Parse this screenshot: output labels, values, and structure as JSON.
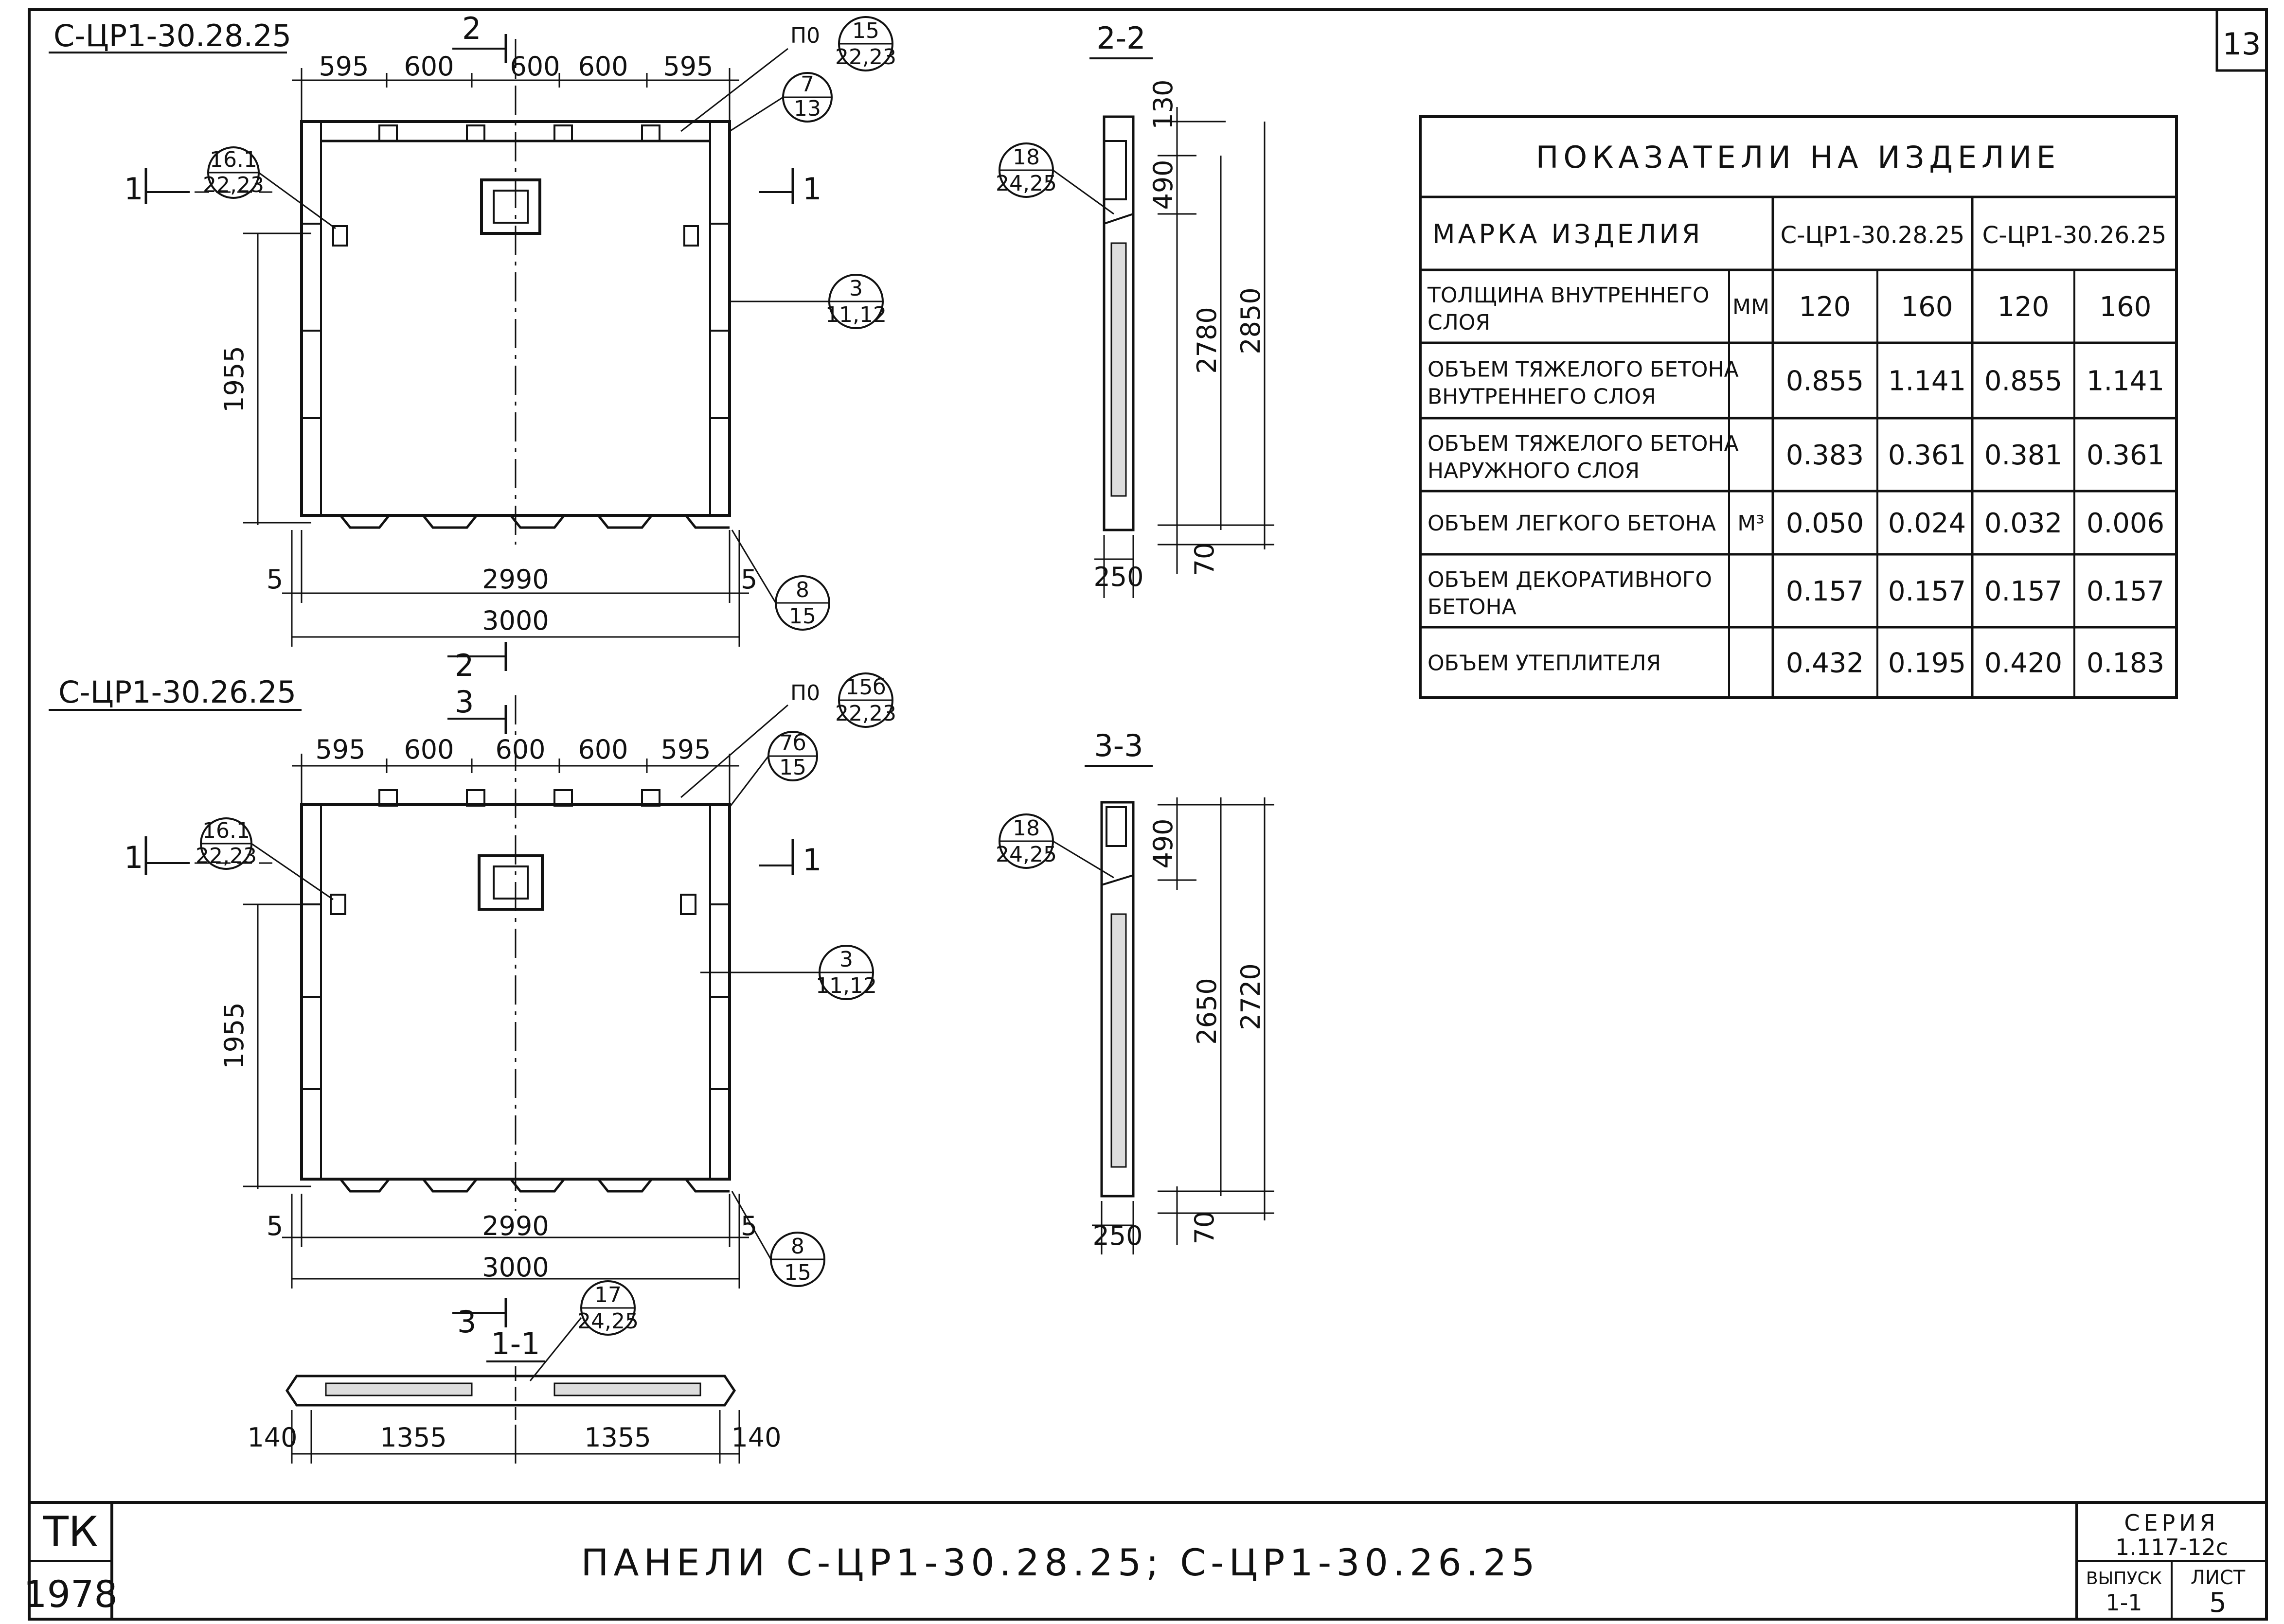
{
  "sheet_corner_number": "13",
  "top_panel": {
    "mark": "С-ЦР1-30.28.25",
    "section_mark": "2",
    "top_dims": [
      "595",
      "600",
      "600",
      "600",
      "595"
    ],
    "bottom_inner": "2990",
    "bottom_outer": "3000",
    "edge_5_left": "5",
    "edge_5_right": "5",
    "left_dim": "1955",
    "section_1": "1",
    "callouts": [
      {
        "num": "15",
        "den": "22,23",
        "prefix": "П0"
      },
      {
        "num": "7",
        "den": "13"
      },
      {
        "num": "16.1",
        "den": "22,23"
      },
      {
        "num": "3",
        "den": "11,12"
      },
      {
        "num": "8",
        "den": "15"
      }
    ]
  },
  "bottom_panel": {
    "mark": "С-ЦР1-30.26.25",
    "section_mark_2": "2",
    "section_mark_3": "3",
    "top_dims": [
      "595",
      "600",
      "600",
      "600",
      "595"
    ],
    "bottom_inner": "2990",
    "bottom_outer": "3000",
    "edge_5_left": "5",
    "edge_5_right": "5",
    "left_dim": "1955",
    "section_1": "1",
    "callouts": [
      {
        "num": "15б",
        "den": "22,23",
        "prefix": "П0"
      },
      {
        "num": "7б",
        "den": "15"
      },
      {
        "num": "16.1",
        "den": "22,23"
      },
      {
        "num": "3",
        "den": "11,12"
      },
      {
        "num": "8",
        "den": "15"
      }
    ]
  },
  "section_2_2": {
    "title": "2-2",
    "callout": {
      "num": "18",
      "den": "24,25"
    },
    "dims": [
      "130",
      "490",
      "2780",
      "2850",
      "70",
      "250"
    ]
  },
  "section_3_3": {
    "title": "3-3",
    "callout": {
      "num": "18",
      "den": "24,25"
    },
    "dims": [
      "490",
      "2650",
      "2720",
      "70",
      "250"
    ]
  },
  "section_1_1": {
    "title": "1-1",
    "section_mark": "3",
    "callout": {
      "num": "17",
      "den": "24,25"
    },
    "dims": [
      "140",
      "1355",
      "1355",
      "140"
    ]
  },
  "table": {
    "title": "ПОКАЗАТЕЛИ НА ИЗДЕЛИЕ",
    "mark_label": "МАРКА ИЗДЕЛИЯ",
    "col_marks": [
      "С-ЦР1-30.28.25",
      "С-ЦР1-30.26.25"
    ],
    "rows": [
      {
        "label1": "ТОЛЩИНА ВНУТРЕННЕГО",
        "label2": "СЛОЯ",
        "unit": "ММ",
        "values": [
          "120",
          "160",
          "120",
          "160"
        ]
      },
      {
        "label1": "ОБЪЕМ ТЯЖЕЛОГО БЕТОНА",
        "label2": "ВНУТРЕННЕГО СЛОЯ",
        "unit": "",
        "values": [
          "0.855",
          "1.141",
          "0.855",
          "1.141"
        ]
      },
      {
        "label1": "ОБЪЕМ ТЯЖЕЛОГО БЕТОНА",
        "label2": "НАРУЖНОГО СЛОЯ",
        "unit": "",
        "values": [
          "0.383",
          "0.361",
          "0.381",
          "0.361"
        ]
      },
      {
        "label1": "ОБЪЕМ ЛЕГКОГО БЕТОНА",
        "label2": "",
        "unit": "М³",
        "values": [
          "0.050",
          "0.024",
          "0.032",
          "0.006"
        ]
      },
      {
        "label1": "ОБЪЕМ ДЕКОРАТИВНОГО",
        "label2": "БЕТОНА",
        "unit": "",
        "values": [
          "0.157",
          "0.157",
          "0.157",
          "0.157"
        ]
      },
      {
        "label1": "ОБЪЕМ УТЕПЛИТЕЛЯ",
        "label2": "",
        "unit": "",
        "values": [
          "0.432",
          "0.195",
          "0.420",
          "0.183"
        ]
      }
    ]
  },
  "title_block": {
    "org_top": "ТК",
    "org_year": "1978",
    "title": "ПАНЕЛИ С-ЦР1-30.28.25; С-ЦР1-30.26.25",
    "series_label": "СЕРИЯ",
    "series_value": "1.117-12с",
    "issue_label": "ВЫПУСК",
    "issue_value": "1-1",
    "sheet_label": "ЛИСТ",
    "sheet_value": "5"
  }
}
